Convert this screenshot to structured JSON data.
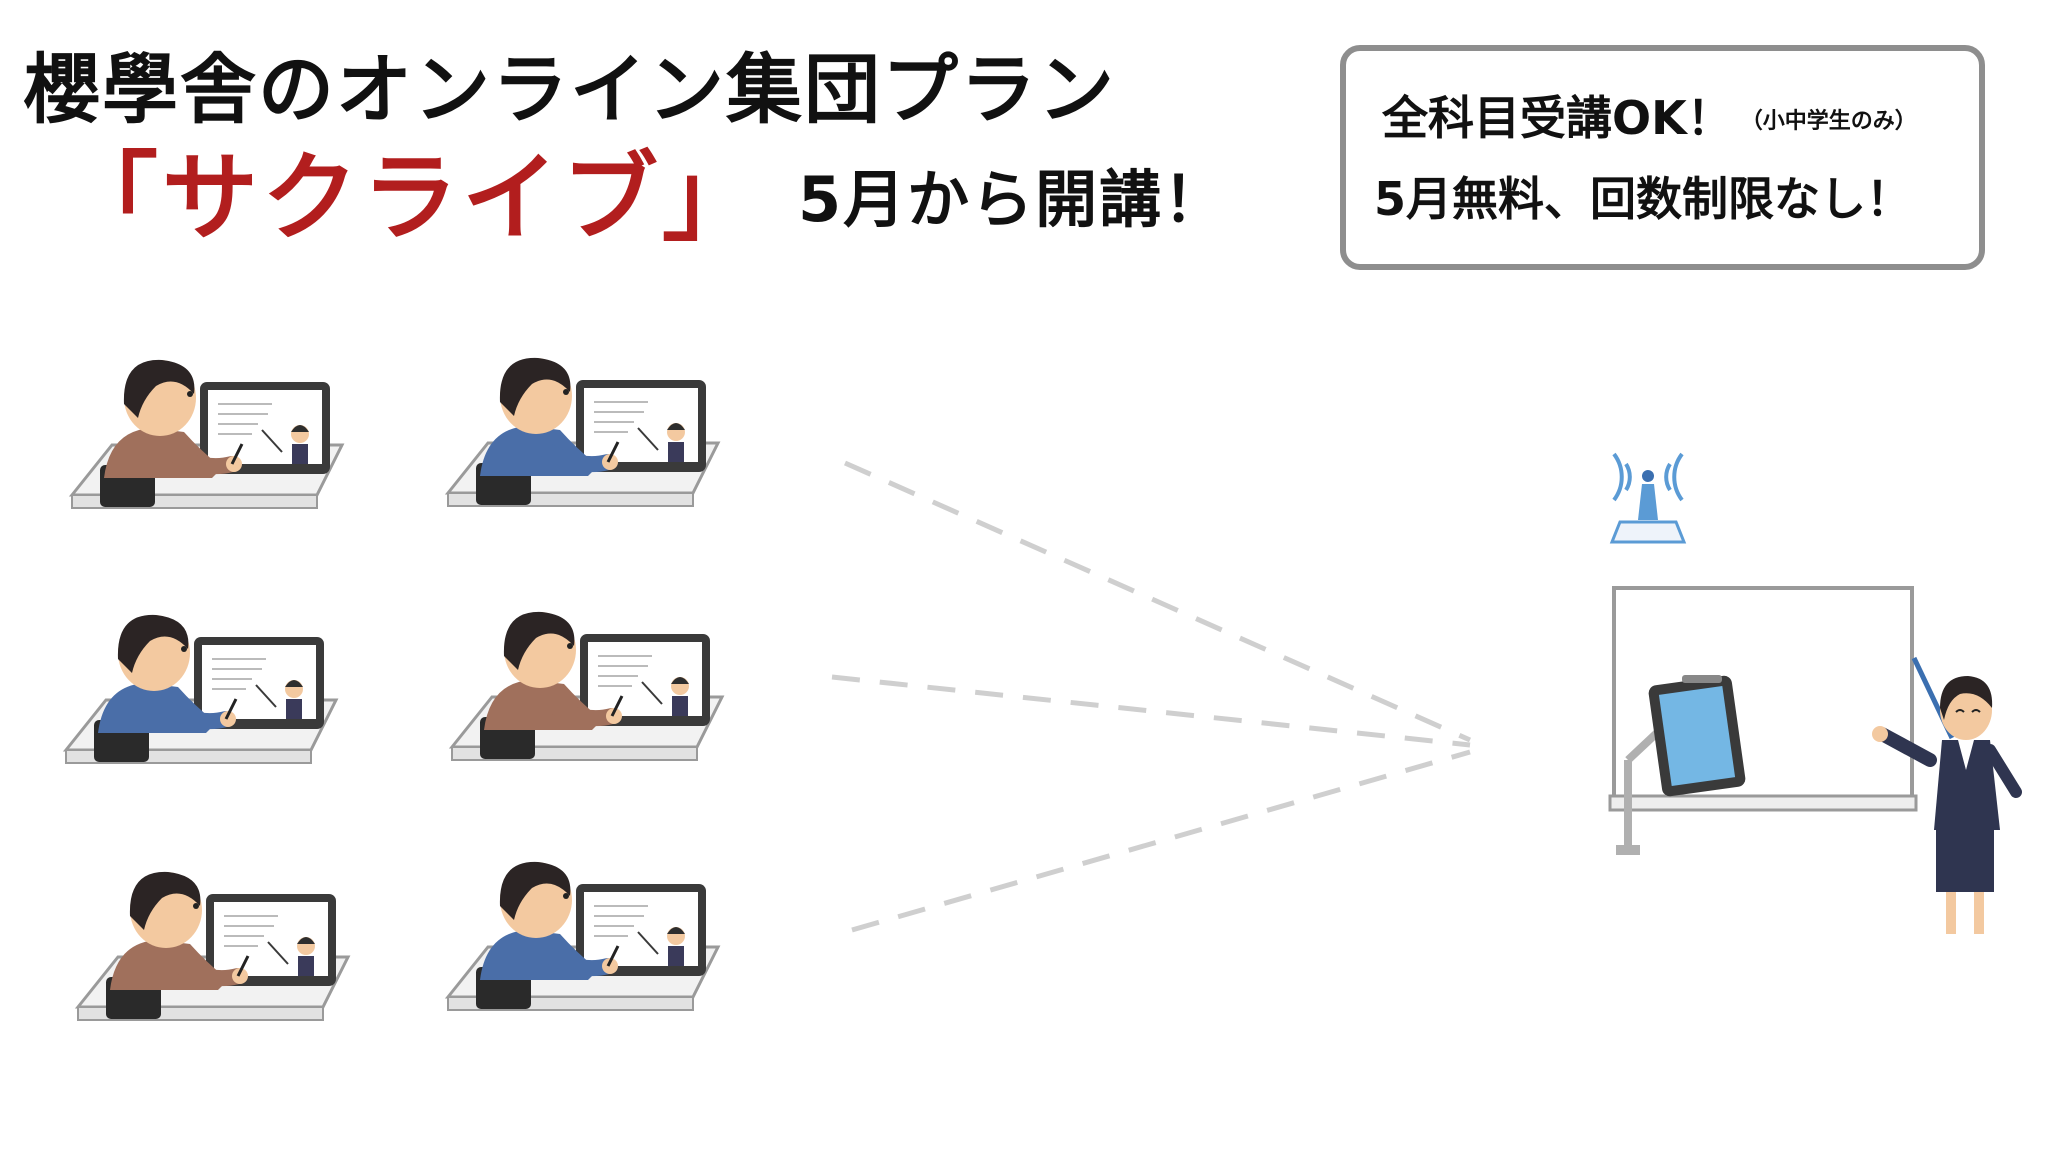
{
  "headline": "櫻學舎のオンライン集団プラン",
  "brand": "「サクライブ」",
  "launch": "5月から開講！",
  "info": {
    "line1": "全科目受講OK！",
    "line1_note": "（小中学生のみ）",
    "line2": "5月無料、回数制限なし！"
  },
  "colors": {
    "brand_red": "#b21e1e",
    "box_border": "#8e8e8e",
    "dash": "#cfcfcf",
    "signal_blue": "#5b9bd5"
  }
}
